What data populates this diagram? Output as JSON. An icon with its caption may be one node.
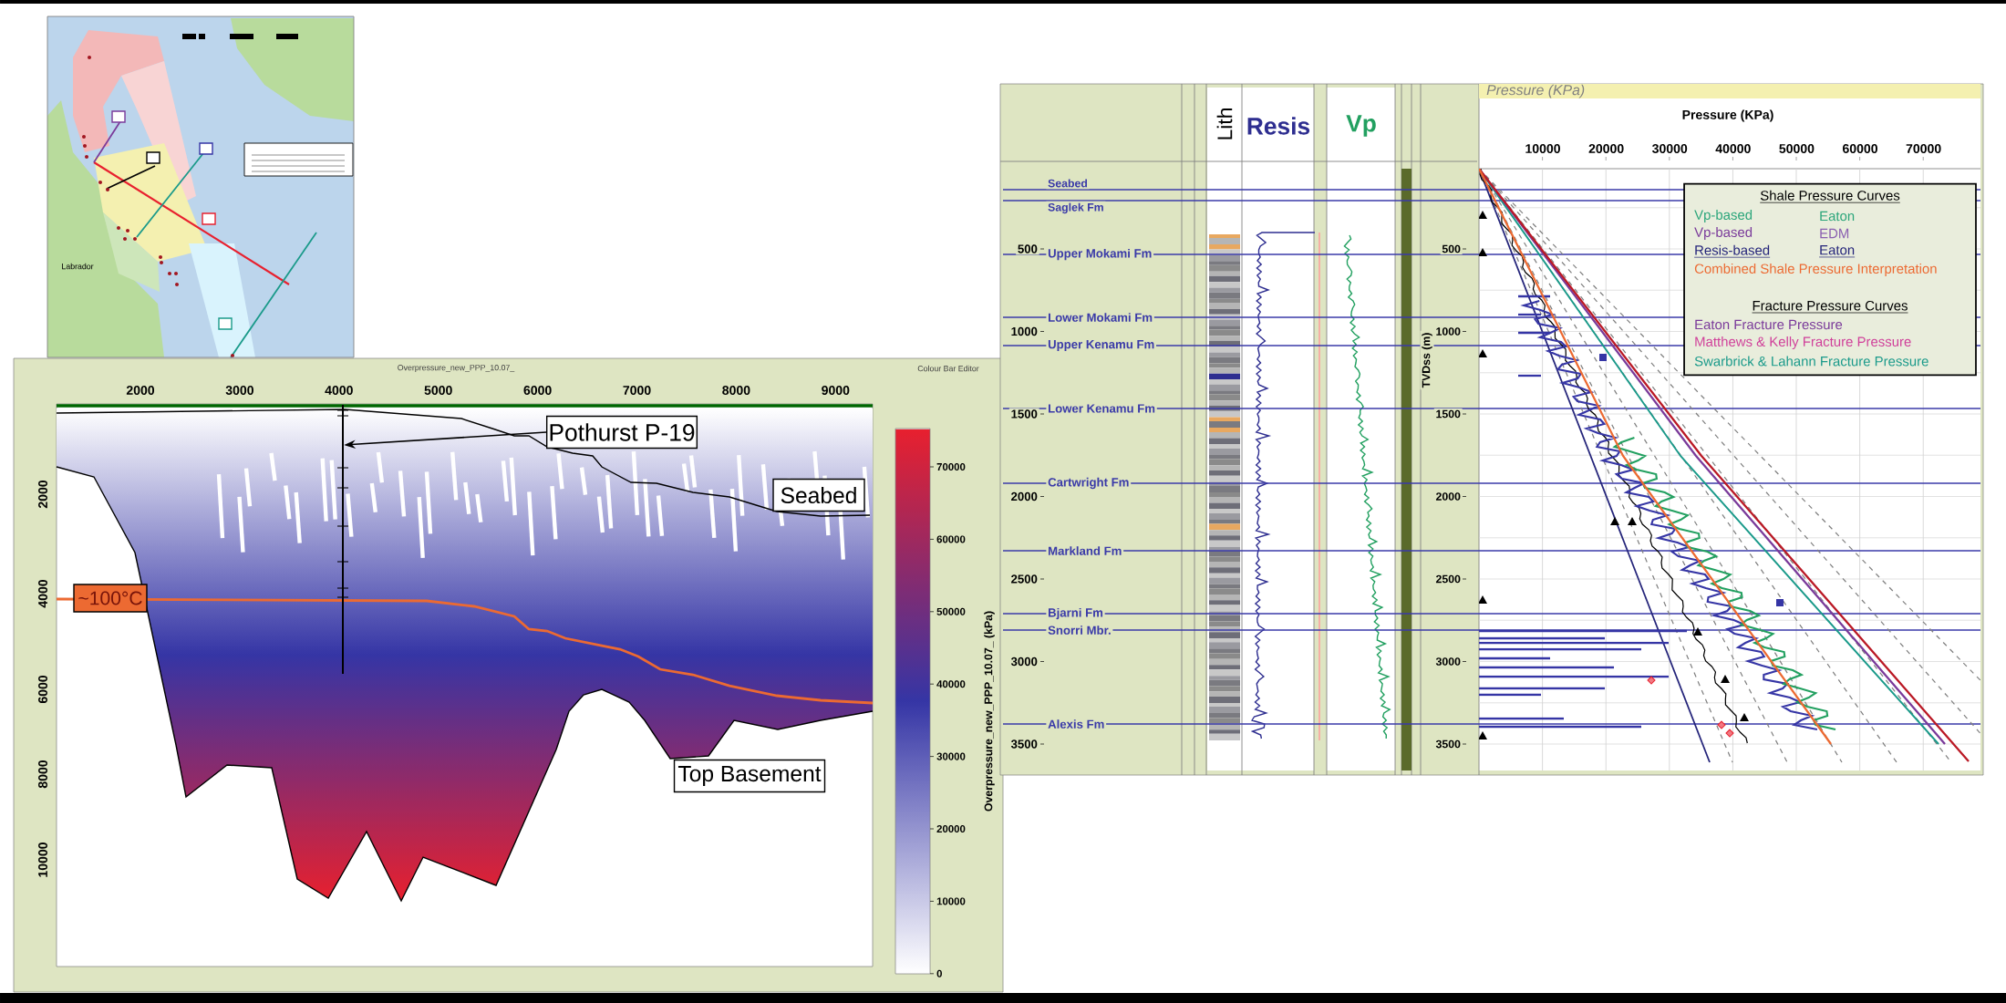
{
  "diagram": {
    "nodes": [
      {
        "text": [
          "Pothurst P-19"
        ]
      },
      {
        "text": [],
        "shape": "bar"
      },
      {
        "text": [
          "Seabed"
        ]
      },
      {
        "text": [
          "~100°C"
        ]
      },
      {
        "text": [
          "Top Basement"
        ]
      },
      {
        "text": [
          "Shale Pressure Curves",
          "Vp-based",
          "Eaton",
          "Vp-based",
          "EDM",
          "Resis-based",
          "Eaton",
          "Combined Shale Pressure Interpretation",
          "Fracture Pressure Curves",
          "Eaton Fracture Pressure",
          "Matthews & Kelly Fracture Pressure",
          "Swarbrick & Lahann Fracture Pressure"
        ]
      }
    ],
    "edges": [
      {
        "from": 0,
        "to": 1,
        "arrow": "to"
      }
    ],
    "labels": [
      "Labrador",
      "Overpressure_new_PPP_10.07_",
      "2000",
      "3000",
      "4000",
      "5000",
      "6000",
      "7000",
      "8000",
      "9000",
      "2000",
      "4000",
      "6000",
      "8000",
      "10000",
      "Colour Bar Editor",
      "70000",
      "60000",
      "50000",
      "40000",
      "30000",
      "20000",
      "10000",
      "0",
      "Overpressure_new_PPP_10.07_ (kPa)",
      "Lith",
      "Resis",
      "Vp",
      "Pressure (KPa)",
      "Pressure (KPa)",
      "10000",
      "20000",
      "30000",
      "40000",
      "50000",
      "60000",
      "70000",
      "Seabed",
      "Saglek Fm",
      "Upper Mokami Fm",
      "Lower Mokami Fm",
      "Upper Kenamu Fm",
      "Lower Kenamu Fm",
      "Cartwright Fm",
      "Markland Fm",
      "Bjarni Fm",
      "Snorri Mbr.",
      "Alexis Fm",
      "500",
      "1000",
      "1500",
      "2000",
      "2500",
      "3000",
      "3500",
      "TVDss (m)",
      "500",
      "1000",
      "1500",
      "2000",
      "2500",
      "3000",
      "3500"
    ]
  }
}
